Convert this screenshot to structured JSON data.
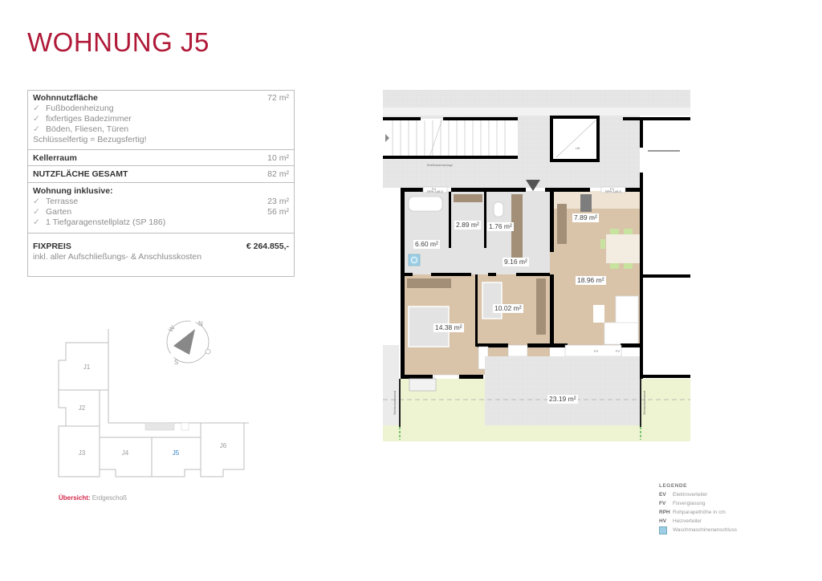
{
  "header": {
    "title": "WOHNUNG J5"
  },
  "info": {
    "wohnnutzflaeche": {
      "label": "Wohnnutzfläche",
      "value": "72 m²",
      "features": [
        "Fußbodenheizung",
        "fixfertiges Badezimmer",
        "Böden, Fliesen, Türen"
      ],
      "note": "Schlüsselfertig = Bezugsfertig!"
    },
    "kellerraum": {
      "label": "Kellerraum",
      "value": "10 m²"
    },
    "gesamt": {
      "label": "NUTZFLÄCHE GESAMT",
      "value": "82 m²"
    },
    "inklusive": {
      "label": "Wohnung inklusive:",
      "items": [
        {
          "label": "Terrasse",
          "value": "23 m²"
        },
        {
          "label": "Garten",
          "value": "56 m²"
        },
        {
          "label": "1 Tiefgaragenstellplatz (SP 186)",
          "value": ""
        }
      ]
    },
    "fixpreis": {
      "label": "FIXPREIS",
      "value": "€ 264.855,-",
      "note": "inkl. aller Aufschließungs- & Anschlusskosten"
    },
    "check_icon": "✓"
  },
  "overview": {
    "units": [
      "J1",
      "J2",
      "J3",
      "J4",
      "J5",
      "J6"
    ],
    "highlight": "J5",
    "compass": {
      "n": "N",
      "s": "S",
      "w": "W",
      "o": "O"
    },
    "caption_label": "Übersicht:",
    "caption_value": "Erdgeschoß"
  },
  "plan": {
    "rooms": [
      {
        "id": "bad",
        "area": "6.60 m²"
      },
      {
        "id": "abstell",
        "area": "2.89 m²"
      },
      {
        "id": "wc",
        "area": "1.76 m²"
      },
      {
        "id": "vorraum",
        "area": "9.16 m²"
      },
      {
        "id": "kueche",
        "area": "7.89 m²"
      },
      {
        "id": "wohnen",
        "area": "18.96 m²"
      },
      {
        "id": "zimmer",
        "area": "10.02 m²"
      },
      {
        "id": "schlafen",
        "area": "14.38 m²"
      },
      {
        "id": "terrasse",
        "area": "23.19 m²"
      }
    ],
    "labels": {
      "briefkasten": "Briefkastenanlage",
      "lift": "Lift",
      "fv": "FV",
      "rph": "RPH 149.5",
      "ev_hv": "EV HV",
      "sichtschutz": "Sichtschutzwand"
    }
  },
  "legend": {
    "title": "LEGENDE",
    "items": [
      {
        "key": "EV",
        "label": "Elektroverteiler"
      },
      {
        "key": "FV",
        "label": "Fixverglasung"
      },
      {
        "key": "RPH",
        "label": "Rohparapethöhe in cm"
      },
      {
        "key": "HV",
        "label": "Heizverteiler"
      },
      {
        "key": "",
        "label": "Waschmaschinenanschluss"
      }
    ]
  },
  "colors": {
    "brand": "#b01a38",
    "highlight": "#2e7dc2",
    "wood": "#d9c4aa",
    "tile": "#e4e4e4",
    "garden": "#eef3d2"
  }
}
